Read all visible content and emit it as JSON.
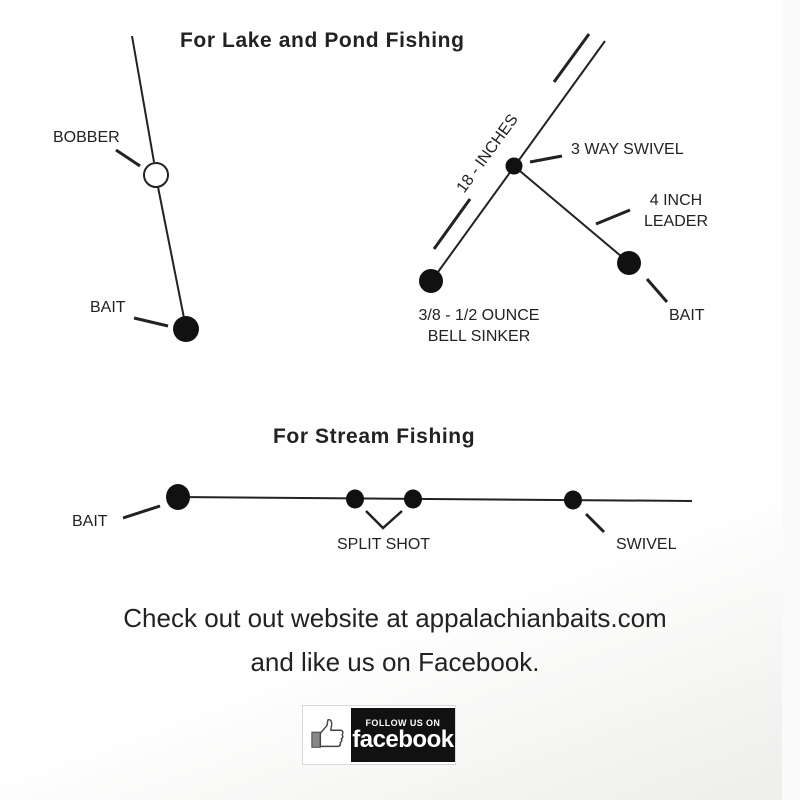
{
  "lake_pond": {
    "title": "For Lake and Pond Fishing",
    "bobber_rig": {
      "bobber_label": "BOBBER",
      "bait_label": "BAIT"
    },
    "three_way_rig": {
      "length_label": "18 - INCHES",
      "swivel_label": "3 WAY SWIVEL",
      "leader_label_line1": "4 INCH",
      "leader_label_line2": "LEADER",
      "sinker_label_line1": "3/8 - 1/2 OUNCE",
      "sinker_label_line2": "BELL SINKER",
      "bait_label": "BAIT"
    }
  },
  "stream": {
    "title": "For Stream Fishing",
    "bait_label": "BAIT",
    "split_shot_label": "SPLIT SHOT",
    "swivel_label": "SWIVEL"
  },
  "footer": {
    "line1": "Check out out website at appalachianbaits.com",
    "line2": "and like us on Facebook.",
    "badge_small": "FOLLOW US ON",
    "badge_big": "facebook"
  }
}
